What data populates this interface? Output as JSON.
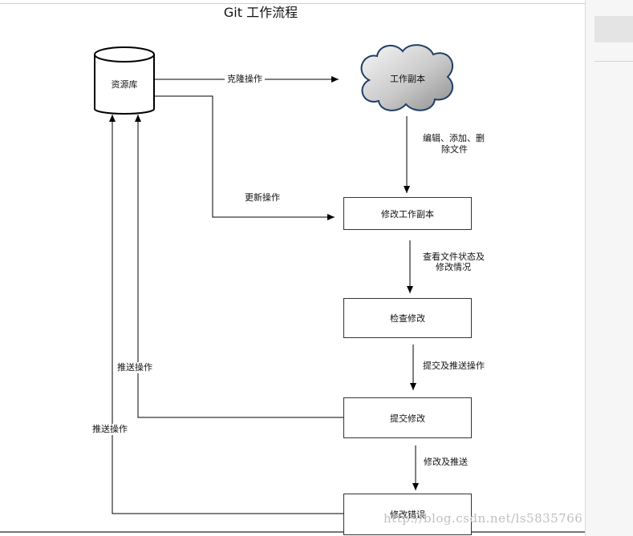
{
  "title": "Git 工作流程",
  "nodes": {
    "repo": "资源库",
    "working_copy": "工作副本",
    "modify_copy": "修改工作副本",
    "review": "检查修改",
    "commit": "提交修改",
    "fix_error": "修改错误"
  },
  "edges": {
    "clone": "克隆操作",
    "update": "更新操作",
    "edit_line1": "编辑、添加、删",
    "edit_line2": "除文件",
    "status_line1": "查看文件状态及",
    "status_line2": "修改情况",
    "commit_push": "提交及推送操作",
    "push1": "推送操作",
    "push2": "推送操作",
    "fix_push": "修改及推送"
  },
  "watermark": "http://blog.csdn.net/ls5835766",
  "colors": {
    "line": "#000000",
    "cloud_fill_light": "#f2f2f2",
    "cloud_fill_dark": "#9a9a9a",
    "cloud_stroke": "#1f3f66"
  }
}
